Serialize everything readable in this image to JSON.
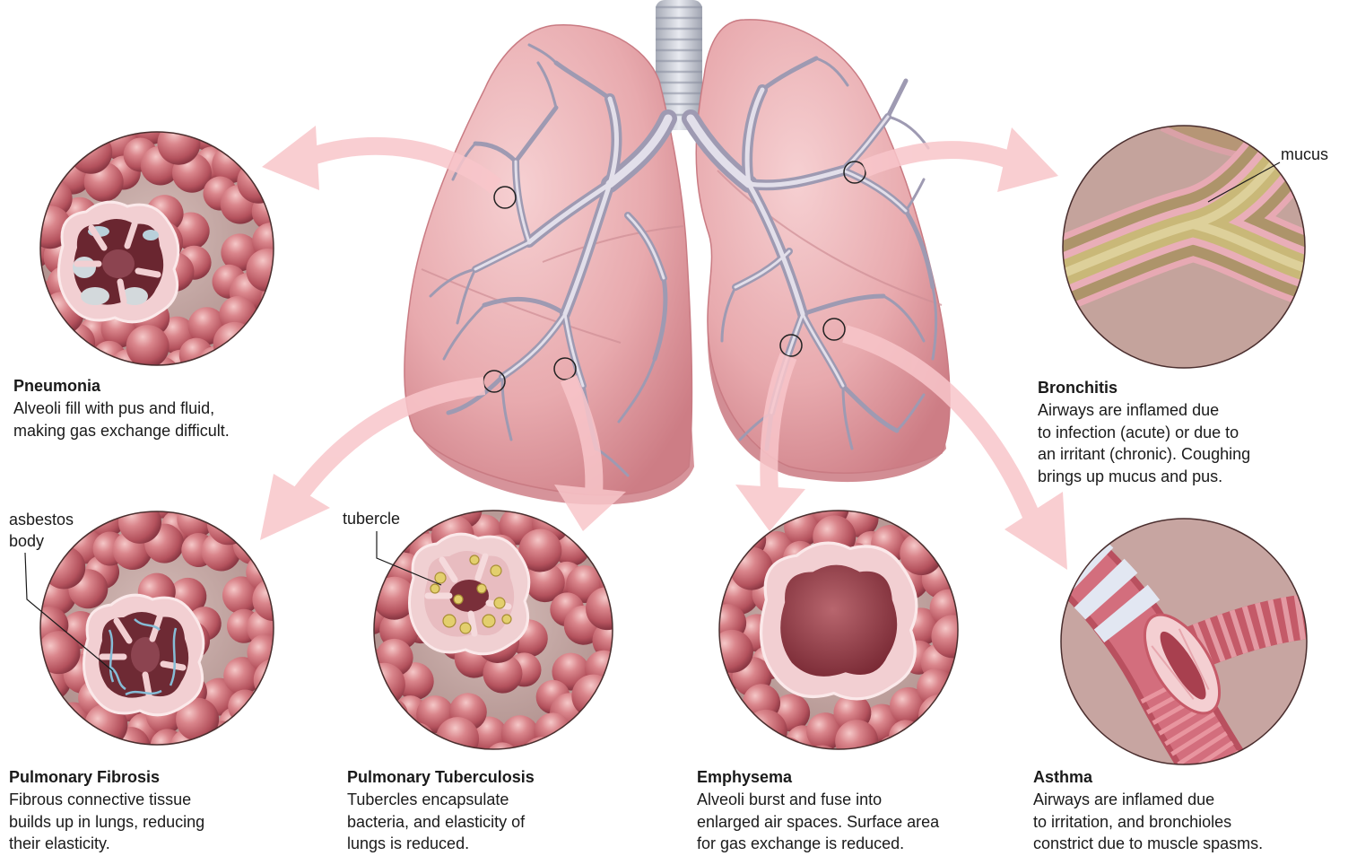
{
  "callouts": {
    "pneumonia": {
      "title": "Pneumonia",
      "lines": [
        "Alveoli fill with pus and fluid,",
        "making gas exchange difficult."
      ]
    },
    "bronchitis": {
      "title": "Bronchitis",
      "lines": [
        "Airways are inflamed due",
        "to infection (acute) or due to",
        "an irritant (chronic). Coughing",
        "brings up mucus and pus."
      ]
    },
    "fibrosis": {
      "title": "Pulmonary Fibrosis",
      "lines": [
        "Fibrous connective tissue",
        "builds up in lungs, reducing",
        "their elasticity."
      ]
    },
    "tuberculosis": {
      "title": "Pulmonary Tuberculosis",
      "lines": [
        "Tubercles encapsulate",
        "bacteria, and elasticity of",
        "lungs is reduced."
      ]
    },
    "emphysema": {
      "title": "Emphysema",
      "lines": [
        "Alveoli burst and fuse into",
        "enlarged air spaces. Surface area",
        "for gas exchange is reduced."
      ]
    },
    "asthma": {
      "title": "Asthma",
      "lines": [
        "Airways are inflamed due",
        "to irritation, and bronchioles",
        "constrict due to muscle spasms."
      ]
    }
  },
  "labels": {
    "mucus": "mucus",
    "asbestos_body": [
      "asbestos",
      "body"
    ],
    "tubercle": "tubercle"
  },
  "colors": {
    "arrow": "#f8c6ca",
    "lung": "#e6a5aa",
    "alveoli": "#c9646b",
    "text": "#1a1a1a"
  }
}
